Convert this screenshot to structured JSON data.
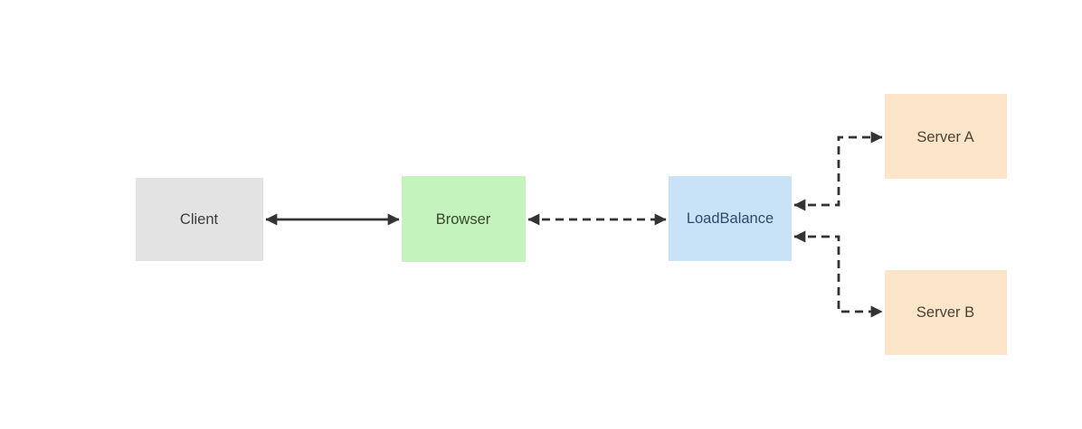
{
  "diagram": {
    "type": "flow-diagram",
    "background": "#ffffff",
    "line_color": "#333333",
    "nodes": [
      {
        "id": "client",
        "label": "Client",
        "fill": "#e3e3e3",
        "text_color": "#3d3d3d"
      },
      {
        "id": "browser",
        "label": "Browser",
        "fill": "#c5f3bd",
        "text_color": "#35472f"
      },
      {
        "id": "loadbalance",
        "label": "LoadBalance",
        "fill": "#c8e2f8",
        "text_color": "#2e4b6b"
      },
      {
        "id": "server_a",
        "label": "Server A",
        "fill": "#fce5c8",
        "text_color": "#4c4236"
      },
      {
        "id": "server_b",
        "label": "Server B",
        "fill": "#fce5c8",
        "text_color": "#4c4236"
      }
    ],
    "edges": [
      {
        "from": "Client",
        "to": "Browser",
        "style": "solid",
        "arrows": "both"
      },
      {
        "from": "Browser",
        "to": "LoadBalance",
        "style": "dashed",
        "arrows": "both"
      },
      {
        "from": "LoadBalance",
        "to": "Server A",
        "style": "dashed",
        "arrows": "both"
      },
      {
        "from": "LoadBalance",
        "to": "Server B",
        "style": "dashed",
        "arrows": "both"
      }
    ]
  }
}
